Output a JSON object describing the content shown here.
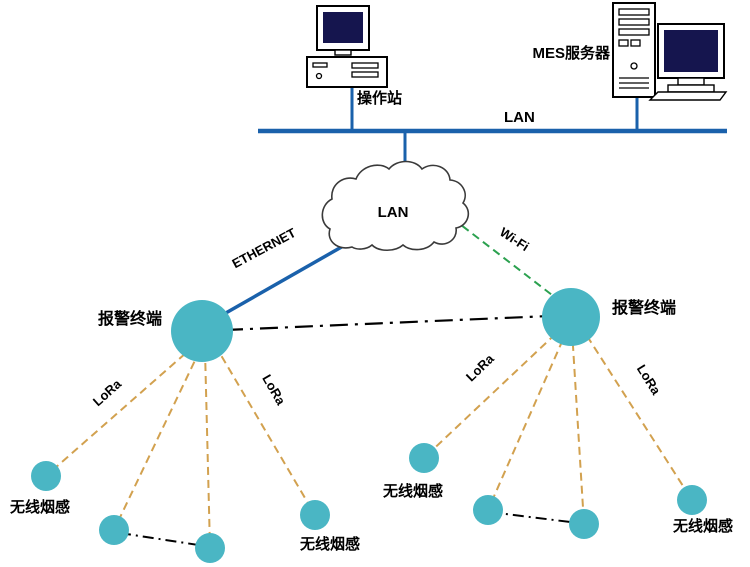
{
  "colors": {
    "lan_line": "#1a61ab",
    "node_teal": "#4ab6c4",
    "lora_dash": "#d2a14f",
    "wifi_dash": "#2ba14f",
    "screen_dark": "#15154e"
  },
  "top": {
    "operator_station": "操作站",
    "mes_server": "MES服务器",
    "lan_bus": "LAN"
  },
  "cloud": {
    "label": "LAN"
  },
  "links": {
    "ethernet": "ETHERNET",
    "wifi": "Wi-Fi",
    "lora_left_outer": "LoRa",
    "lora_left_inner": "LoRa",
    "lora_right_inner": "LoRa",
    "lora_right_outer": "LoRa"
  },
  "terminals": {
    "left": "报警终端",
    "right": "报警终端"
  },
  "sensors": {
    "left_first": "无线烟感",
    "left_last": "无线烟感",
    "right_first": "无线烟感",
    "right_last": "无线烟感"
  }
}
